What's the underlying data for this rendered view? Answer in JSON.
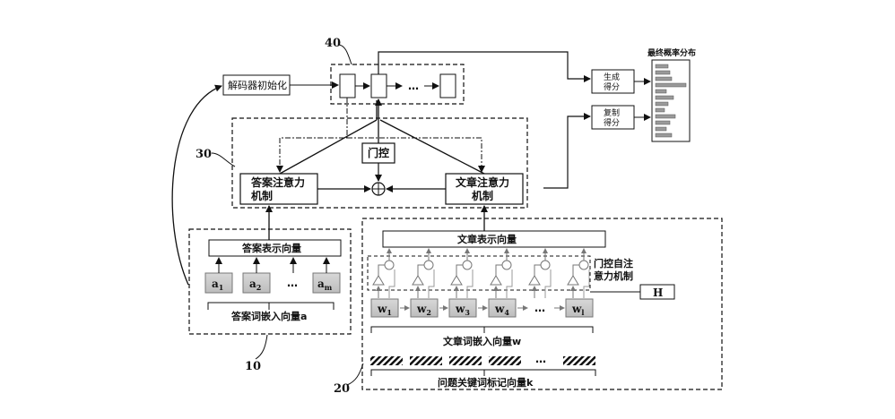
{
  "labels": {
    "decoder_init": "解码器初始化",
    "gate": "门控",
    "answer_attention_l1": "答案注意力",
    "answer_attention_l2": "机制",
    "passage_attention_l1": "文章注意力",
    "passage_attention_l2": "机制",
    "final_distribution": "最终概率分布",
    "generate_score_l1": "生成",
    "generate_score_l2": "得分",
    "copy_score_l1": "复制",
    "copy_score_l2": "得分",
    "answer_repr": "答案表示向量",
    "answer_embedding": "答案词嵌入向量a",
    "passage_repr": "文章表示向量",
    "gated_self_attention_l1": "门控自注",
    "gated_self_attention_l2": "意力机制",
    "h_label": "H",
    "passage_embedding": "文章词嵌入向量w",
    "question_keyword": "问题关键词标记向量k",
    "dots": "…"
  },
  "refs": {
    "r10": "10",
    "r20": "20",
    "r30": "30",
    "r40": "40"
  },
  "answer_tokens": [
    {
      "base": "a",
      "sub": "1"
    },
    {
      "base": "a",
      "sub": "2"
    },
    {
      "base": "a",
      "sub": "m"
    }
  ],
  "passage_tokens": [
    {
      "base": "w",
      "sub": "1"
    },
    {
      "base": "w",
      "sub": "2"
    },
    {
      "base": "w",
      "sub": "3"
    },
    {
      "base": "w",
      "sub": "4"
    },
    {
      "base": "w",
      "sub": "l"
    }
  ]
}
